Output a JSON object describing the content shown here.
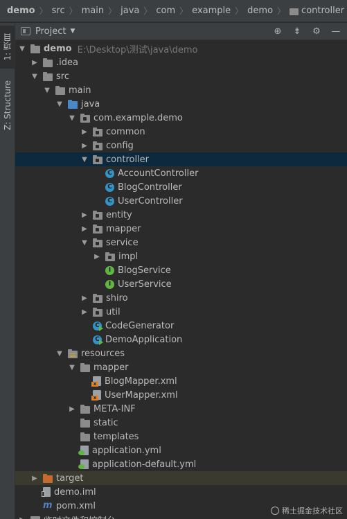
{
  "breadcrumb": [
    "demo",
    "src",
    "main",
    "java",
    "com",
    "example",
    "demo",
    "controller"
  ],
  "sidebar": {
    "tab_project": "1: 项目",
    "tab_structure": "Z: Structure"
  },
  "panel": {
    "title": "Project"
  },
  "tree": {
    "demo": {
      "label": "demo",
      "path": "E:\\Desktop\\测试\\java\\demo"
    },
    "idea": ".idea",
    "src": "src",
    "main": "main",
    "java": "java",
    "pkg": "com.example.demo",
    "common": "common",
    "config": "config",
    "controller": "controller",
    "account_controller": "AccountController",
    "blog_controller": "BlogController",
    "user_controller": "UserController",
    "entity": "entity",
    "mapper": "mapper",
    "service": "service",
    "impl": "impl",
    "blog_service": "BlogService",
    "user_service": "UserService",
    "shiro": "shiro",
    "util": "util",
    "code_generator": "CodeGenerator",
    "demo_application": "DemoApplication",
    "resources": "resources",
    "res_mapper": "mapper",
    "blog_mapper_xml": "BlogMapper.xml",
    "user_mapper_xml": "UserMapper.xml",
    "meta_inf": "META-INF",
    "static": "static",
    "templates": "templates",
    "application_yml": "application.yml",
    "application_default_yml": "application-default.yml",
    "target": "target",
    "demo_iml": "demo.iml",
    "pom_xml": "pom.xml",
    "scratches": "临时文件和控制台"
  },
  "watermark": "稀土掘金技术社区"
}
